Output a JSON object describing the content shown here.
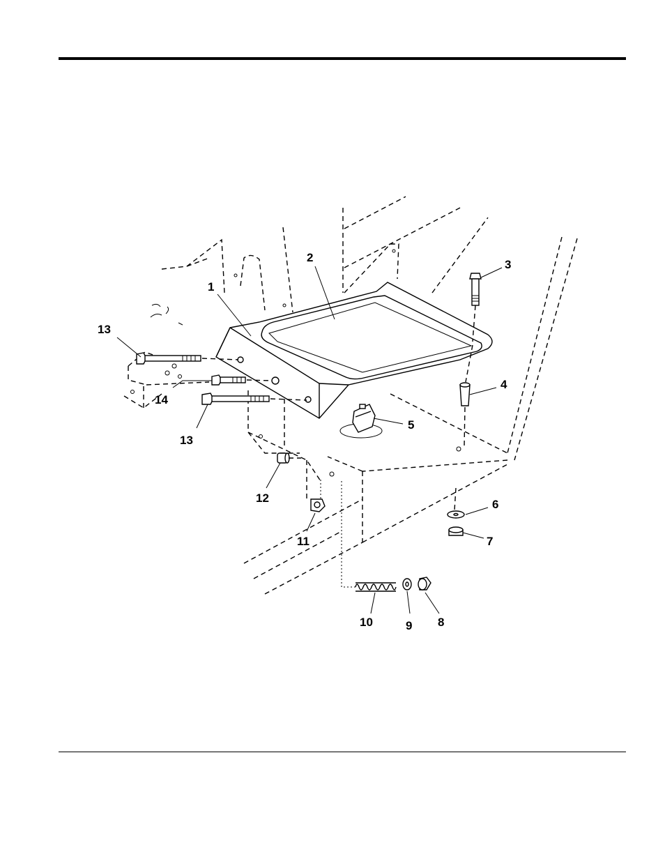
{
  "colors": {
    "ink": "#000000",
    "paper": "#ffffff"
  },
  "diagram": {
    "callouts": [
      {
        "id": "1",
        "label": "1"
      },
      {
        "id": "2",
        "label": "2"
      },
      {
        "id": "3",
        "label": "3"
      },
      {
        "id": "4",
        "label": "4"
      },
      {
        "id": "5",
        "label": "5"
      },
      {
        "id": "6",
        "label": "6"
      },
      {
        "id": "7",
        "label": "7"
      },
      {
        "id": "8",
        "label": "8"
      },
      {
        "id": "9",
        "label": "9"
      },
      {
        "id": "10",
        "label": "10"
      },
      {
        "id": "11",
        "label": "11"
      },
      {
        "id": "12",
        "label": "12"
      },
      {
        "id": "13a",
        "label": "13"
      },
      {
        "id": "13b",
        "label": "13"
      },
      {
        "id": "14",
        "label": "14"
      }
    ]
  }
}
